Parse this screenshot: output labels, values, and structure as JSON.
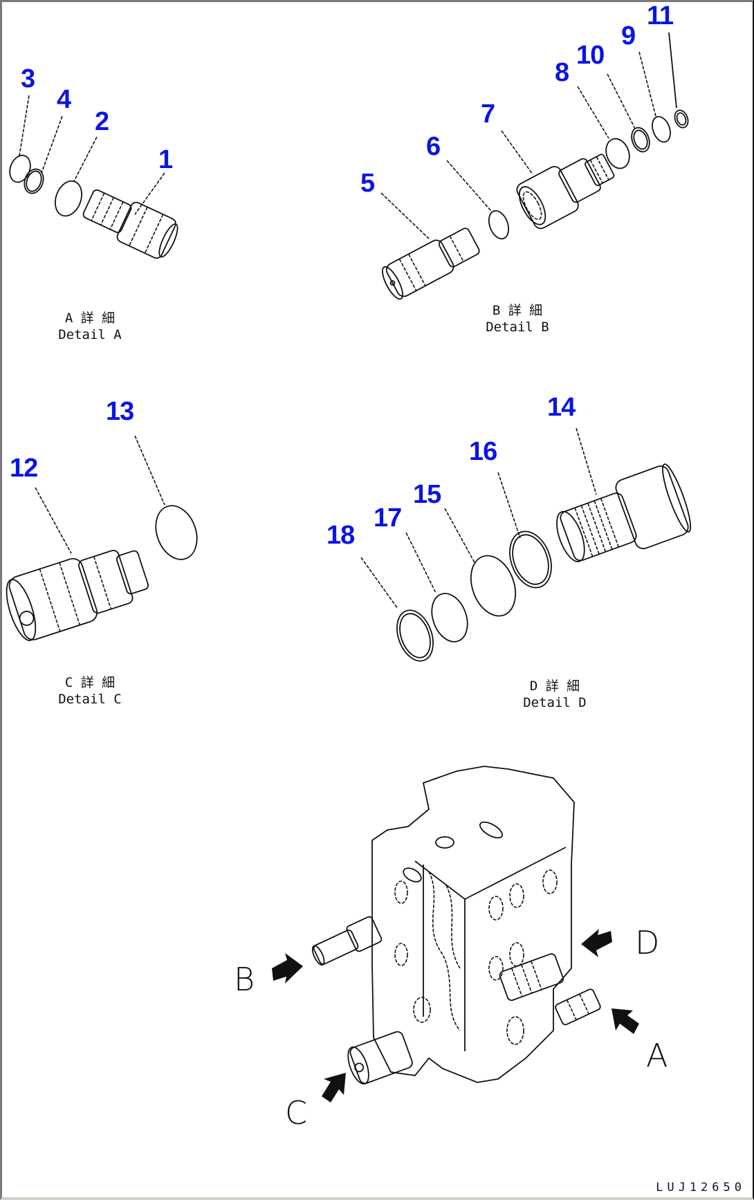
{
  "diagram": {
    "title": "Control valve relief / safety valve parts breakdown",
    "callout_color": "#0a14e6",
    "callouts": [
      "1",
      "2",
      "3",
      "4",
      "5",
      "6",
      "7",
      "8",
      "9",
      "10",
      "11",
      "12",
      "13",
      "14",
      "15",
      "16",
      "17",
      "18"
    ],
    "details": [
      {
        "caption_jp": "A 詳 細",
        "caption_en": "Detail A",
        "parts": [
          "1",
          "2",
          "3",
          "4"
        ]
      },
      {
        "caption_jp": "B 詳 細",
        "caption_en": "Detail B",
        "parts": [
          "5",
          "6",
          "7",
          "8",
          "9",
          "10",
          "11"
        ]
      },
      {
        "caption_jp": "C 詳 細",
        "caption_en": "Detail C",
        "parts": [
          "12",
          "13"
        ]
      },
      {
        "caption_jp": "D 詳 細",
        "caption_en": "Detail D",
        "parts": [
          "14",
          "15",
          "16",
          "17",
          "18"
        ]
      }
    ],
    "view_letters": [
      "A",
      "B",
      "C",
      "D"
    ],
    "drawing_code": "LUJ12650"
  }
}
